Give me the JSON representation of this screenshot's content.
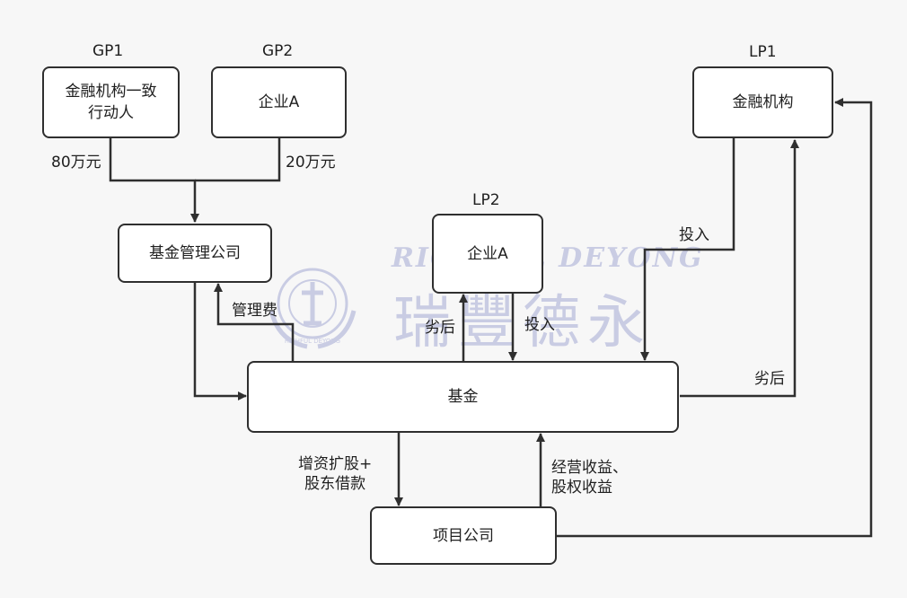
{
  "nodes": {
    "gp1_box": "金融机构一致\n行动人",
    "gp2_box": "企业A",
    "fund_manager": "基金管理公司",
    "lp2_box": "企业A",
    "lp1_box": "金融机构",
    "fund": "基金",
    "project_company": "项目公司"
  },
  "titles": {
    "gp1": "GP1",
    "gp2": "GP2",
    "lp2": "LP2",
    "lp1": "LP1"
  },
  "edge_labels": {
    "gp1_amount": "80万元",
    "gp2_amount": "20万元",
    "management_fee": "管理费",
    "lp2_subordinate": "劣后",
    "lp2_invest": "投入",
    "lp1_invest": "投入",
    "lp1_subordinate": "劣后",
    "capital_increase": "增资扩股+\n股东借款",
    "returns": "经营收益、\n股权收益"
  },
  "watermark": {
    "en": "RICHFUL DEYONG",
    "cn": "瑞豐德永",
    "seal_text": "RICHFUL DEYONG"
  },
  "colors": {
    "stroke": "#2f2f2f",
    "box_fill": "#ffffff",
    "background": "#f7f7f7",
    "watermark": "#c9cce3"
  }
}
